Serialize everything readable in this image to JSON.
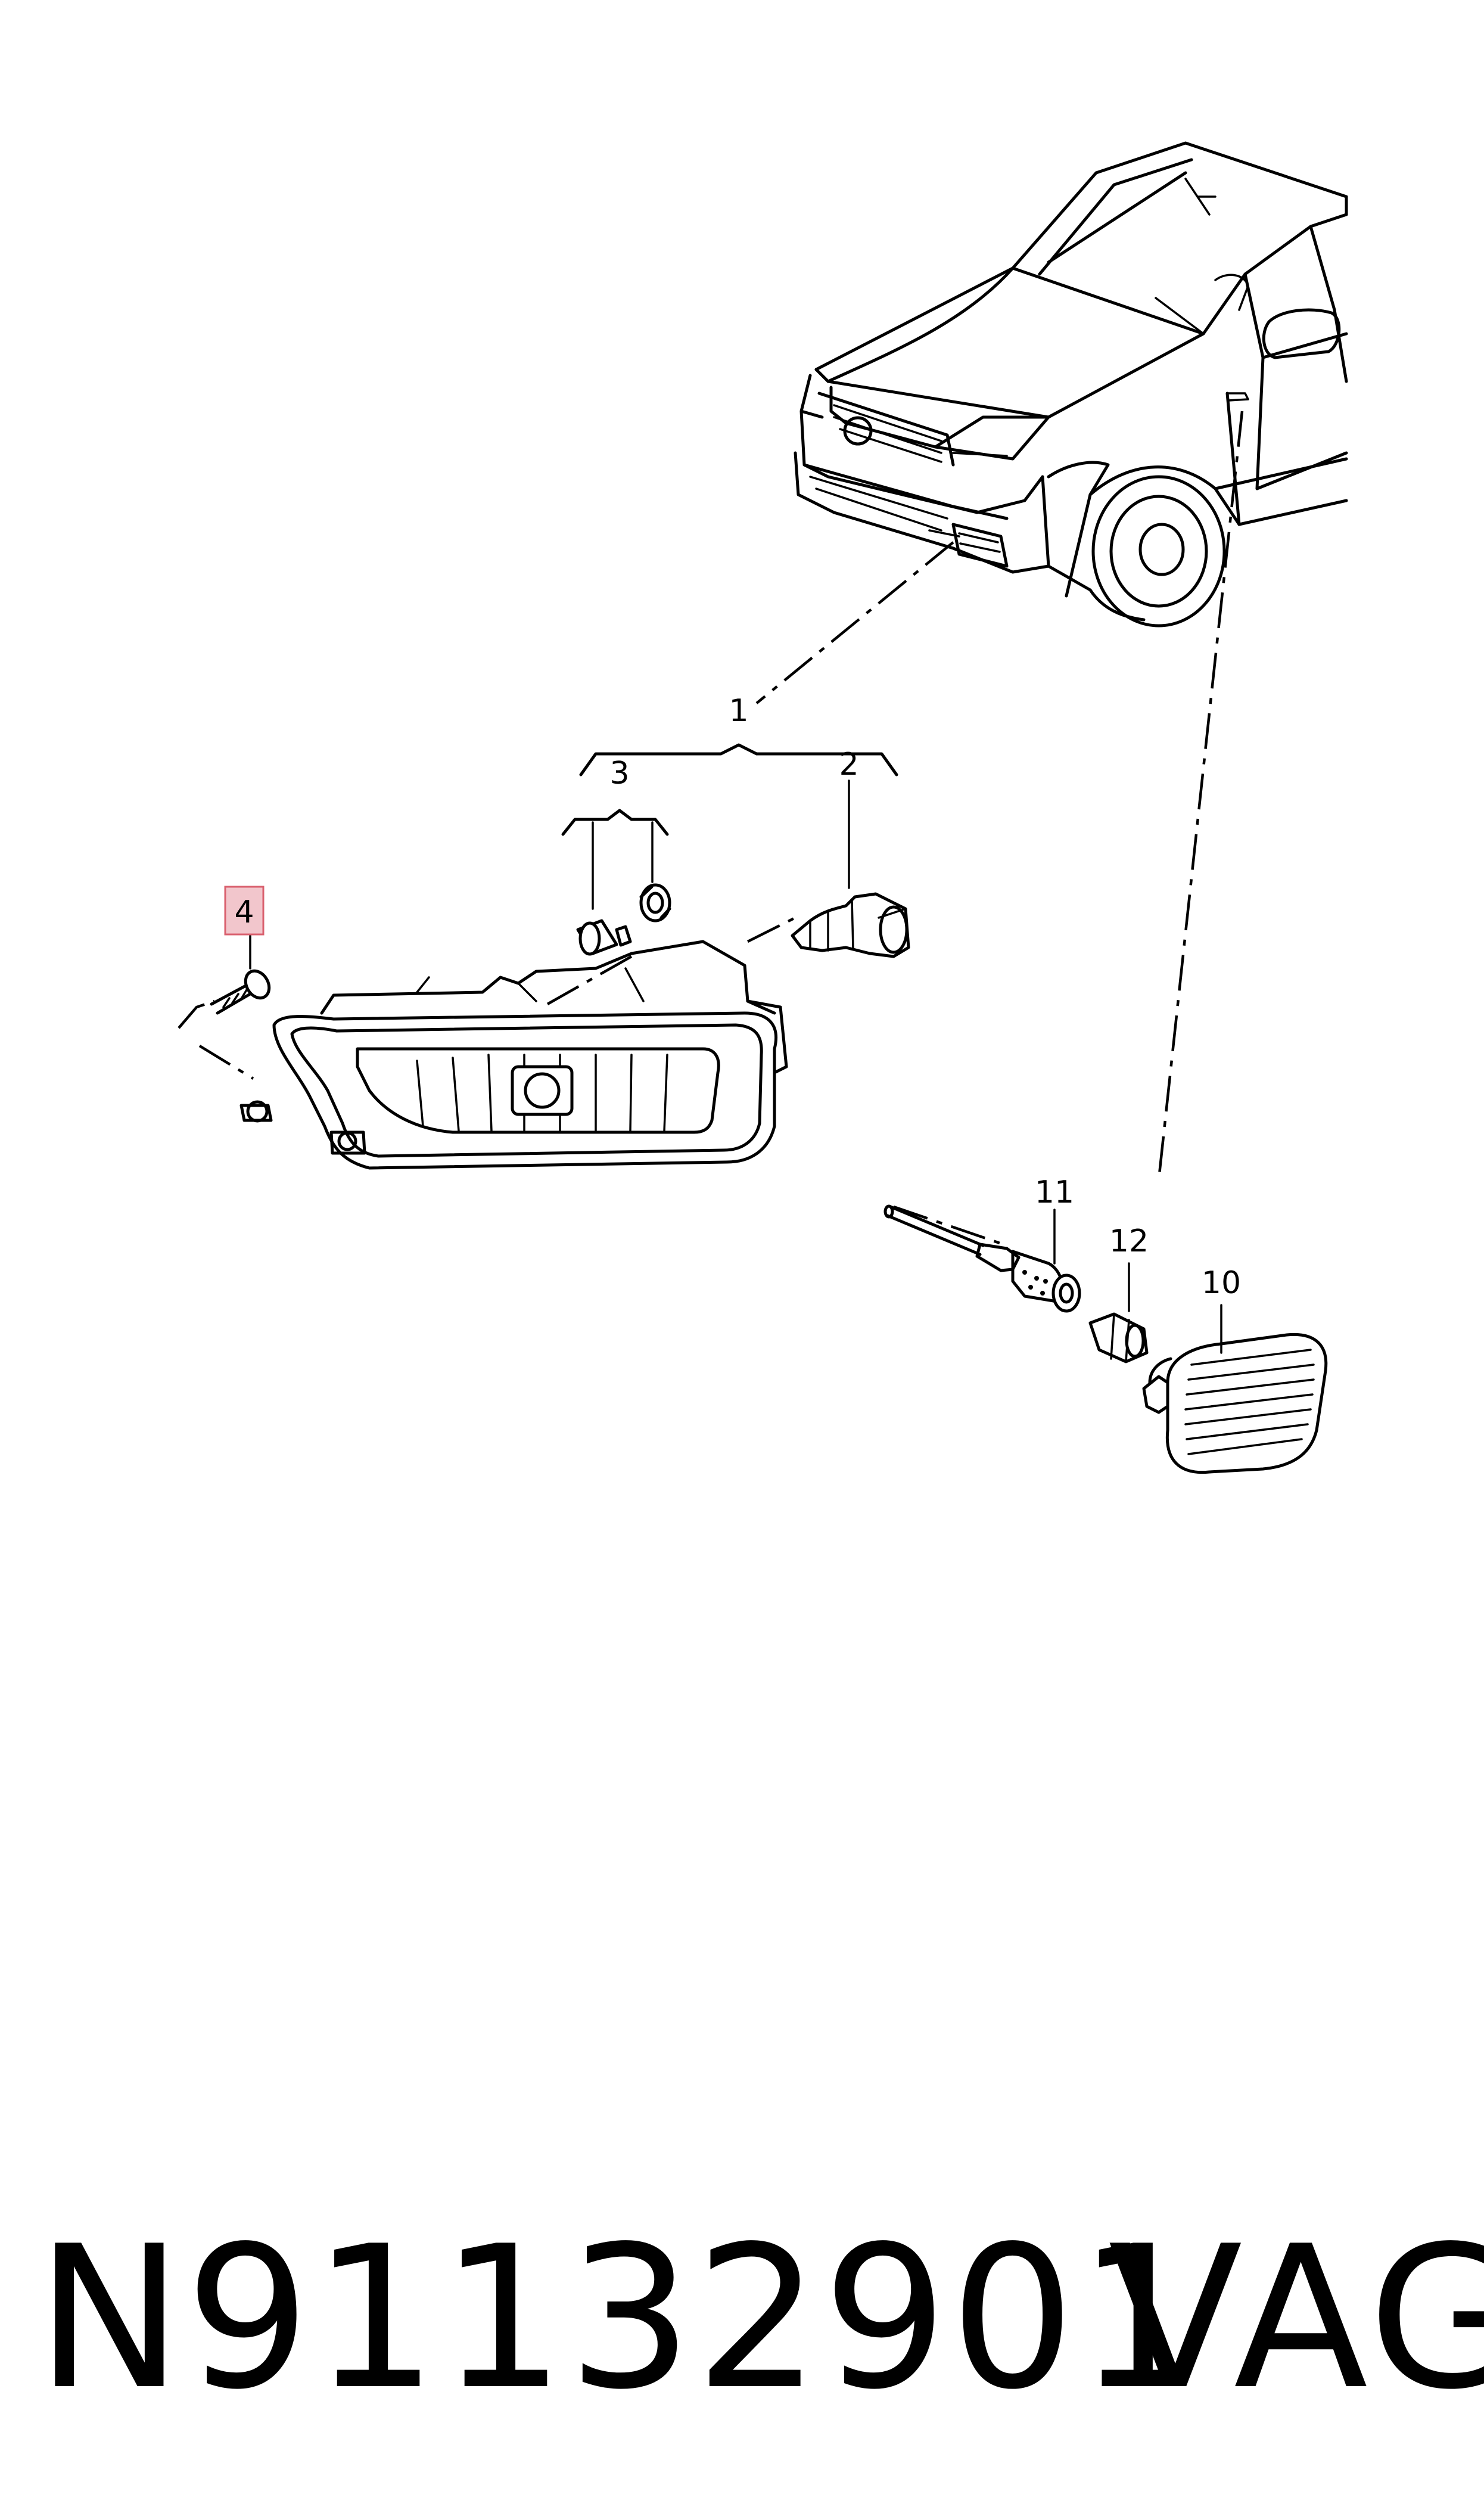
{
  "callouts": {
    "c1": "1",
    "c2": "2",
    "c3": "3",
    "c4": "4",
    "c10": "10",
    "c11": "11",
    "c12": "12"
  },
  "highlighted_callout": "4",
  "highlight_color": "#f2c6cc",
  "highlight_border": "#d9606e",
  "footer": {
    "part_number": "N91132901",
    "brand": "VAG"
  }
}
